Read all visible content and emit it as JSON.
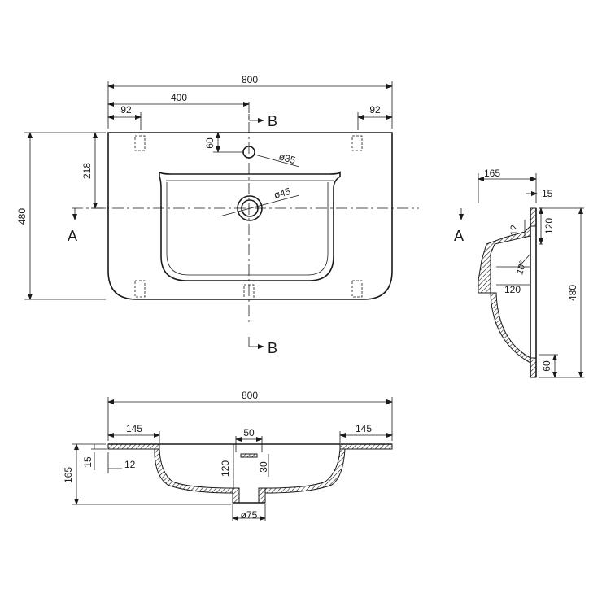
{
  "top_view": {
    "overall_width": "800",
    "half_width": "400",
    "left_edge": "92",
    "right_edge": "92",
    "depth": "480",
    "bowl_offset": "218",
    "tap_offset": "60",
    "tap_hole": "ø35",
    "drain_hole": "ø45"
  },
  "side_view": {
    "depth": "165",
    "rim": "15",
    "lip": "12",
    "deck": "120",
    "bowl": "120",
    "slope": "10°",
    "total_depth": "480",
    "back": "60"
  },
  "front_view": {
    "overall_width": "800",
    "left_deck": "145",
    "right_deck": "145",
    "overflow_width": "50",
    "depth": "165",
    "rim": "15",
    "lip": "12",
    "bowl_depth": "120",
    "overflow_height": "30",
    "outlet": "ø75"
  },
  "sections": {
    "a_left": "A",
    "a_right": "A",
    "b_top": "B",
    "b_bottom": "B"
  }
}
